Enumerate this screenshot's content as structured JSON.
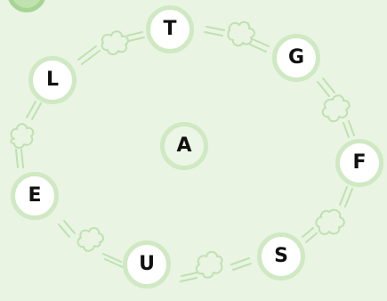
{
  "puzzle": {
    "center_letter": "A",
    "ring_letters": [
      "T",
      "G",
      "F",
      "S",
      "U",
      "E",
      "L"
    ]
  },
  "colors": {
    "background": "#e9f4e3",
    "node_fill": "#ffffff",
    "node_ring": "#cfe9c3",
    "connector": "#bfe1b1",
    "letter": "#111111"
  }
}
